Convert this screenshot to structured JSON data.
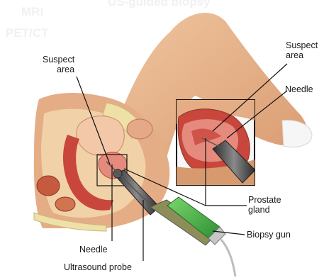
{
  "watermark": {
    "line1": "MRI",
    "line2": "PET/CT",
    "top": "US-guided biopsy"
  },
  "labels": {
    "suspect_area_left_1": "Suspect",
    "suspect_area_left_2": "area",
    "suspect_area_right_1": "Suspect",
    "suspect_area_right_2": "area",
    "needle_right": "Needle",
    "prostate_1": "Prostate",
    "prostate_2": "gland",
    "biopsy_gun": "Biopsy gun",
    "needle_bottom": "Needle",
    "ultrasound_probe": "Ultrasound probe"
  },
  "colors": {
    "skin": "#e9b890",
    "skin_shadow": "#c98a63",
    "tissue_red": "#c8463c",
    "tissue_pink": "#e58a7c",
    "bone": "#efe0a8",
    "gun_green": "#3fae3f",
    "inset_frame": "#111111"
  }
}
